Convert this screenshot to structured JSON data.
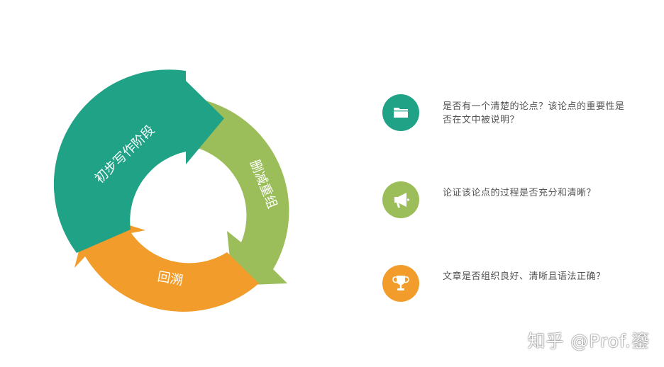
{
  "colors": {
    "teal": "#1fa286",
    "green": "#9bbe5a",
    "orange": "#f19c2b",
    "label": "#ffffff",
    "text": "#555555"
  },
  "cycle": {
    "segments": [
      {
        "label": "初步写作阶段",
        "color": "#1fa286"
      },
      {
        "label": "删减重组",
        "color": "#9bbe5a"
      },
      {
        "label": "回溯",
        "color": "#f19c2b"
      }
    ]
  },
  "items": [
    {
      "icon": "folder-icon",
      "color": "#1fa286",
      "text": "是否有一个清楚的论点？该论点的重要性是否在文中被说明？"
    },
    {
      "icon": "megaphone-icon",
      "color": "#9bbe5a",
      "text": "论证该论点的过程是否充分和清晰？"
    },
    {
      "icon": "trophy-icon",
      "color": "#f19c2b",
      "text": "文章是否组织良好、清晰且语法正确？"
    }
  ],
  "watermark": "知乎 @Prof.鎏"
}
